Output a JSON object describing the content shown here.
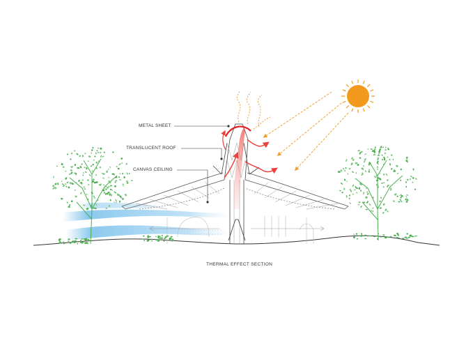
{
  "labels": {
    "metal_sheet": "METAL SHEET",
    "translucent_roof": "TRANSLUCENT ROOF",
    "canvas_ceiling": "CANVAS CEILING"
  },
  "caption": "THERMAL EFFECT SECTION",
  "colors": {
    "sun": "#f39a1e",
    "sun_ray": "#f0a030",
    "hot_air": "#e8433c",
    "cool_air": "#7ec3ec",
    "vegetation": "#4caf50",
    "structure": "#444444"
  }
}
